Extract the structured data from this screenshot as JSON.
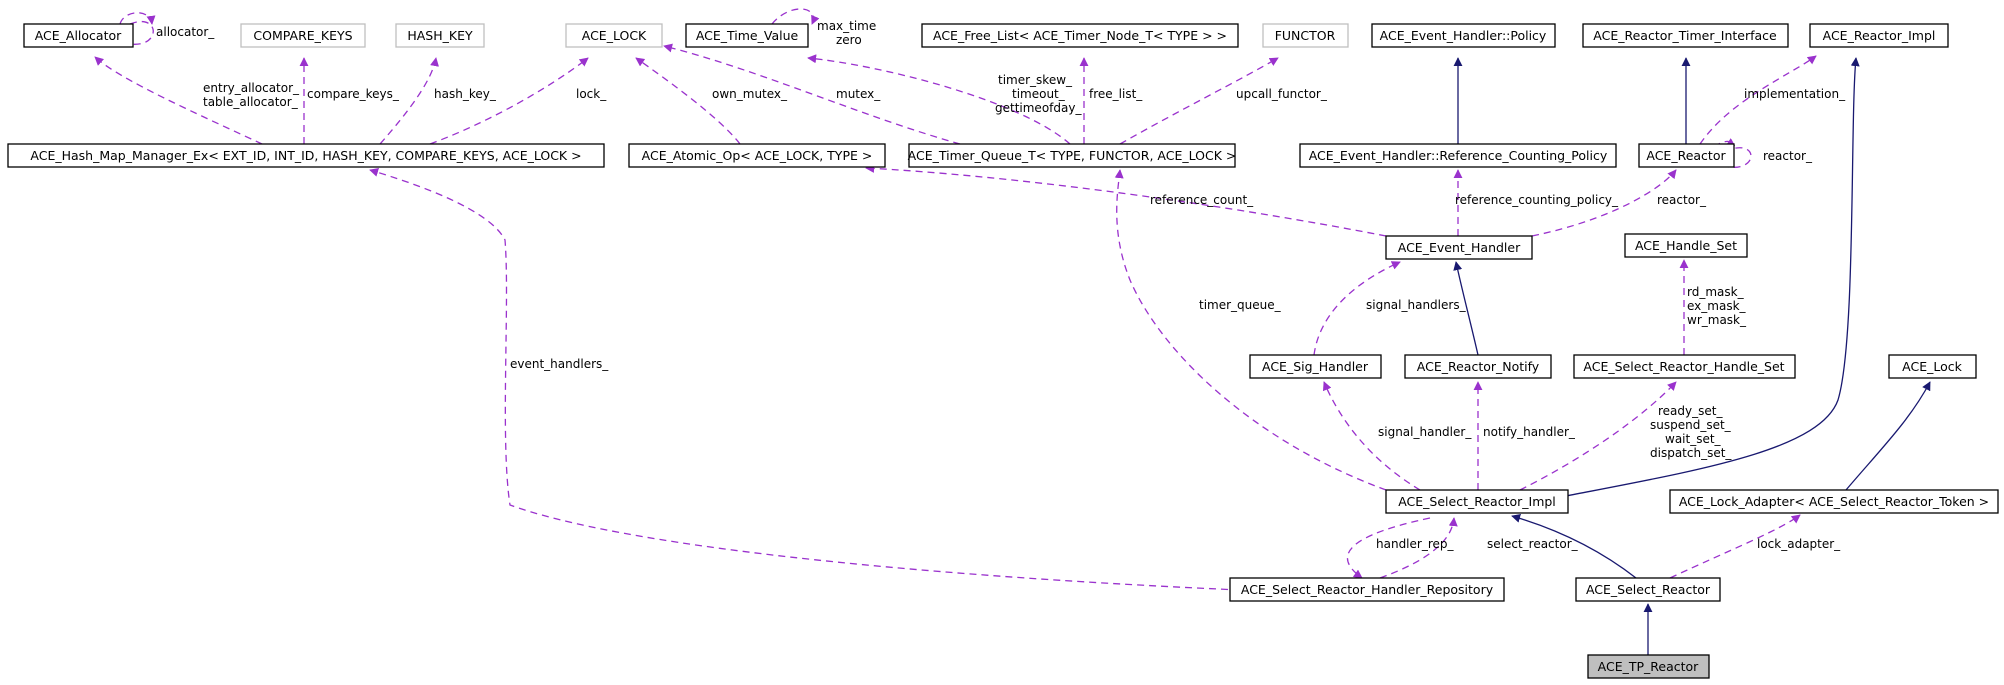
{
  "colors": {
    "usage_edge": "#9a32cd",
    "inheritance_edge": "#191970",
    "external_border": "#bfbfbf",
    "focus_fill": "#bfbfbf"
  },
  "nodes": {
    "allocator": "ACE_Allocator",
    "compare_keys": "COMPARE_KEYS",
    "hash_key": "HASH_KEY",
    "ace_lock_tpl": "ACE_LOCK",
    "time_value": "ACE_Time_Value",
    "free_list": "ACE_Free_List< ACE_Timer_Node_T< TYPE > >",
    "functor": "FUNCTOR",
    "eh_policy": "ACE_Event_Handler::Policy",
    "timer_interface": "ACE_Reactor_Timer_Interface",
    "reactor_impl": "ACE_Reactor_Impl",
    "hash_map": "ACE_Hash_Map_Manager_Ex< EXT_ID, INT_ID, HASH_KEY, COMPARE_KEYS, ACE_LOCK >",
    "atomic_op": "ACE_Atomic_Op< ACE_LOCK, TYPE >",
    "timer_queue": "ACE_Timer_Queue_T< TYPE, FUNCTOR, ACE_LOCK >",
    "rc_policy": "ACE_Event_Handler::Reference_Counting_Policy",
    "reactor": "ACE_Reactor",
    "event_handler": "ACE_Event_Handler",
    "handle_set": "ACE_Handle_Set",
    "sig_handler": "ACE_Sig_Handler",
    "reactor_notify": "ACE_Reactor_Notify",
    "handle_set_sel": "ACE_Select_Reactor_Handle_Set",
    "ace_lock": "ACE_Lock",
    "select_impl": "ACE_Select_Reactor_Impl",
    "lock_adapter": "ACE_Lock_Adapter< ACE_Select_Reactor_Token >",
    "handler_repo": "ACE_Select_Reactor_Handler_Repository",
    "select_reactor": "ACE_Select_Reactor",
    "tp_reactor": "ACE_TP_Reactor"
  },
  "labels": {
    "allocator_self": "allocator_",
    "entry_allocator": "entry_allocator_",
    "table_allocator": "table_allocator_",
    "compare_keys": "compare_keys_",
    "hash_key": "hash_key_",
    "lock": "lock_",
    "max_time": "max_time",
    "zero": "zero",
    "own_mutex": "own_mutex_",
    "mutex": "mutex_",
    "timer_skew": "timer_skew_",
    "timeout": "timeout_",
    "gettimeofday": "gettimeofday_",
    "free_list": "free_list_",
    "upcall_functor": "upcall_functor_",
    "implementation": "implementation_",
    "reactor_self": "reactor_",
    "reference_count": "reference_count_",
    "reference_counting_policy": "reference_counting_policy_",
    "reactor_eh": "reactor_",
    "rd_mask": "rd_mask_",
    "ex_mask": "ex_mask_",
    "wr_mask": "wr_mask_",
    "signal_handlers": "signal_handlers_",
    "timer_queue": "timer_queue_",
    "event_handlers": "event_handlers_",
    "ready_set": "ready_set_",
    "suspend_set": "suspend_set_",
    "wait_set": "wait_set_",
    "dispatch_set": "dispatch_set_",
    "signal_handler": "signal_handler_",
    "notify_handler": "notify_handler_",
    "handler_rep": "handler_rep_",
    "select_reactor": "select_reactor_",
    "lock_adapter": "lock_adapter_"
  }
}
